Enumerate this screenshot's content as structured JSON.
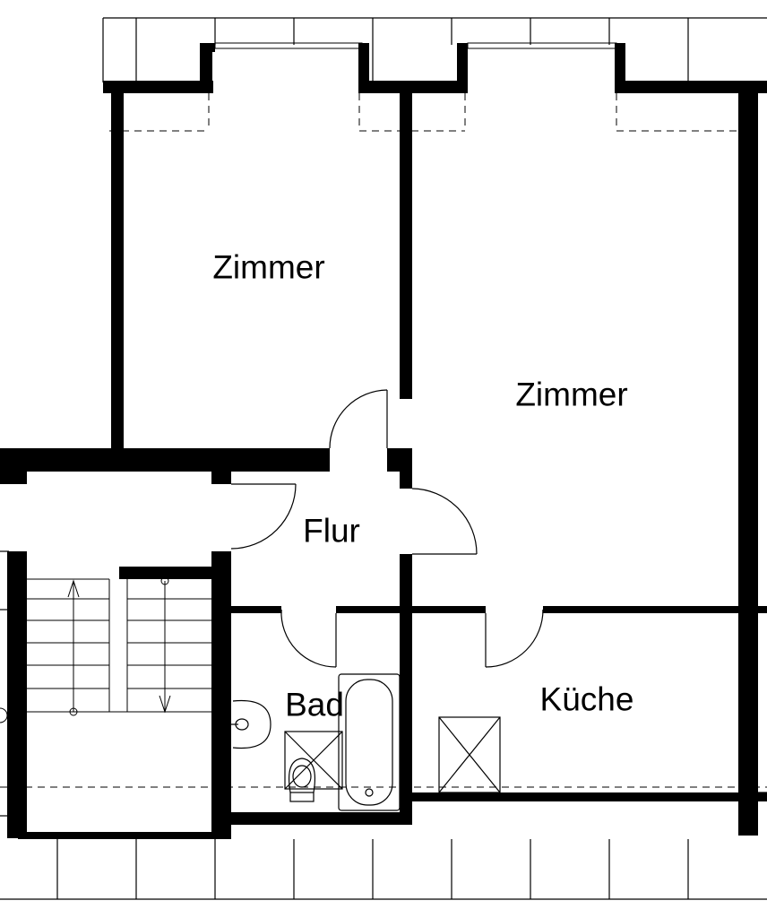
{
  "rooms": {
    "zimmer_left": "Zimmer",
    "zimmer_right": "Zimmer",
    "flur": "Flur",
    "bad": "Bad",
    "kueche": "Küche"
  },
  "colors": {
    "wall": "#000000",
    "thin_line": "#000000",
    "background": "#ffffff"
  }
}
